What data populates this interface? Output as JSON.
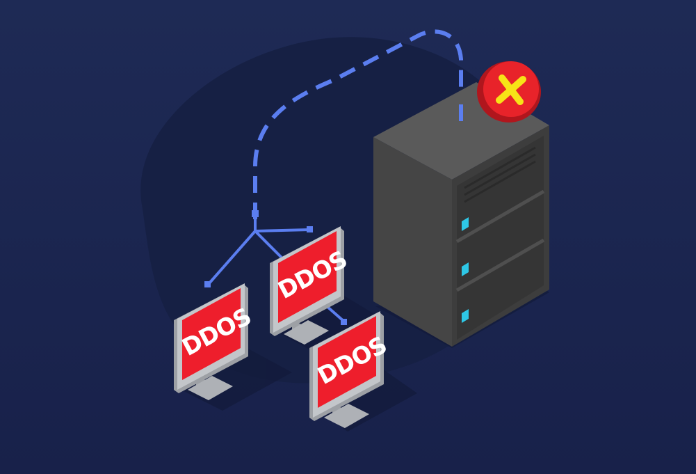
{
  "scene": {
    "background_color": "#1c2750",
    "blob_color": "#172045",
    "link_color": "#5b7ef0"
  },
  "monitors": [
    {
      "label": "DDOS",
      "screen_color": "#ee1e2c",
      "frame_color": "#b9bcc1"
    },
    {
      "label": "DDOS",
      "screen_color": "#ee1e2c",
      "frame_color": "#b9bcc1"
    },
    {
      "label": "DDOS",
      "screen_color": "#ee1e2c",
      "frame_color": "#b9bcc1"
    }
  ],
  "server": {
    "body_color": "#4a4a4a",
    "indicator_color": "#2ec7e6",
    "icon": "server-rack-icon"
  },
  "status_badge": {
    "icon": "error-x-icon",
    "fill_color": "#e8232a",
    "mark_color": "#f7e317"
  }
}
